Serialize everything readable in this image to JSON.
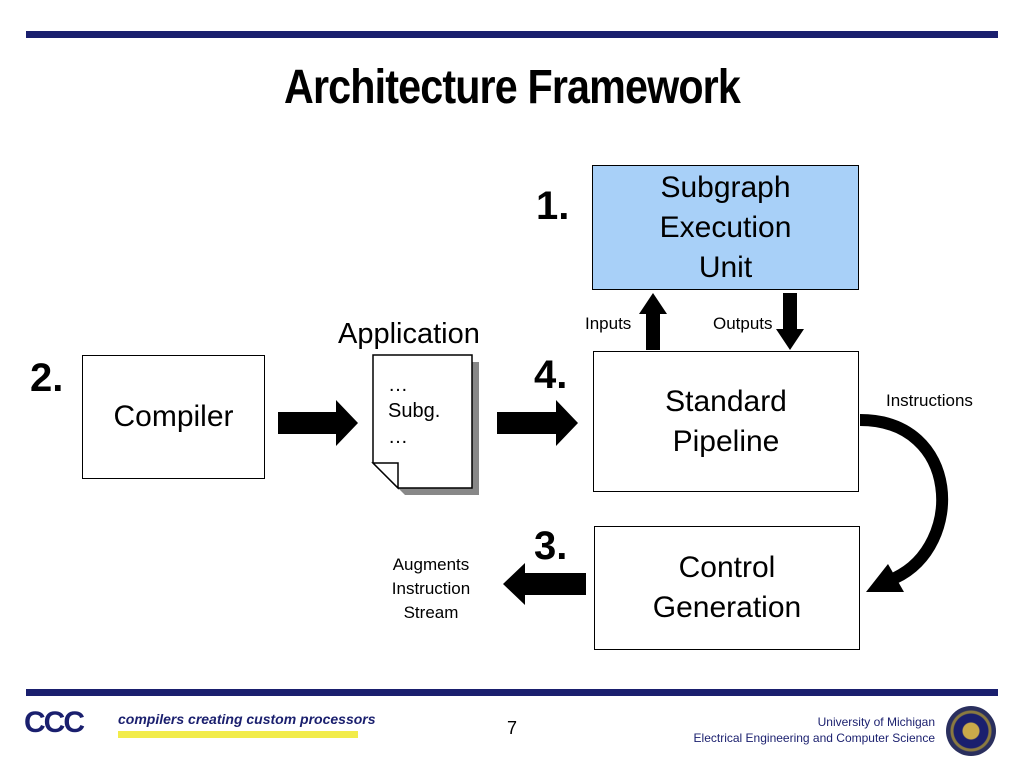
{
  "title": "Architecture Framework",
  "boxes": {
    "seu": "Subgraph\nExecution\nUnit",
    "compiler": "Compiler",
    "pipeline": "Standard\nPipeline",
    "control": "Control\nGeneration"
  },
  "numbers": {
    "n1": "1.",
    "n2": "2.",
    "n3": "3.",
    "n4": "4."
  },
  "labels": {
    "application": "Application",
    "inputs": "Inputs",
    "outputs": "Outputs",
    "instructions": "Instructions",
    "augments": "Augments\nInstruction\nStream"
  },
  "document": {
    "text": "…\nSubg.\n…"
  },
  "colors": {
    "seu_fill": "#a8d0f8",
    "footer_blue": "#1a1f6e",
    "tag_yellow": "#f2ec4a"
  },
  "footer": {
    "logo": "CCC",
    "tagline": "compilers creating custom processors",
    "page": "7",
    "university": "University of Michigan",
    "department": "Electrical Engineering and Computer Science"
  }
}
